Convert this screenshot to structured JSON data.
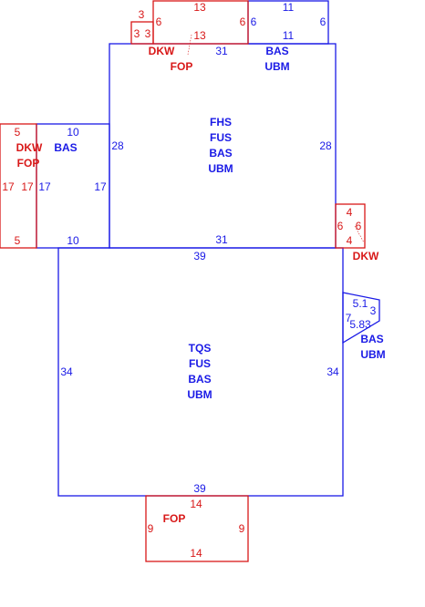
{
  "colors": {
    "blue": "#1a1ae6",
    "red": "#d81818"
  },
  "main_upper": {
    "dims": {
      "top": "31",
      "bottom": "31",
      "left": "28",
      "right": "28"
    },
    "codes": [
      "FHS",
      "FUS",
      "BAS",
      "UBM"
    ]
  },
  "main_lower": {
    "dims": {
      "top": "39",
      "bottom": "39",
      "left": "34",
      "right": "34"
    },
    "codes": [
      "TQS",
      "FUS",
      "BAS",
      "UBM"
    ]
  },
  "top_right_box": {
    "dims": {
      "top": "11",
      "bottom": "11",
      "left": "6",
      "right": "6"
    },
    "codes": [
      "BAS",
      "UBM"
    ]
  },
  "top_red_box": {
    "dims": {
      "top": "13",
      "bottom": "13",
      "left": "6",
      "right": "6"
    },
    "codes": [
      "DKW",
      "FOP"
    ]
  },
  "tiny_red_box": {
    "dims": {
      "top": "3",
      "left": "3",
      "right": "3"
    }
  },
  "left_blue_box": {
    "dims": {
      "top": "10",
      "bottom": "10",
      "left": "17",
      "right": "17"
    },
    "codes": [
      "BAS"
    ]
  },
  "left_red_box": {
    "dims": {
      "top": "5",
      "bottom": "5",
      "left": "17",
      "right": "17"
    },
    "codes": [
      "DKW",
      "FOP"
    ]
  },
  "right_red_box": {
    "dims": {
      "top": "4",
      "bottom": "4",
      "left": "6",
      "right": "6"
    },
    "codes": [
      "DKW"
    ]
  },
  "bay_window": {
    "dims": {
      "top": "5.1",
      "right": "3",
      "left": "7",
      "bottom": "5.83"
    },
    "codes": [
      "BAS",
      "UBM"
    ]
  },
  "bottom_red_box": {
    "dims": {
      "top": "14",
      "bottom": "14",
      "left": "9",
      "right": "9"
    },
    "codes": [
      "FOP"
    ]
  }
}
